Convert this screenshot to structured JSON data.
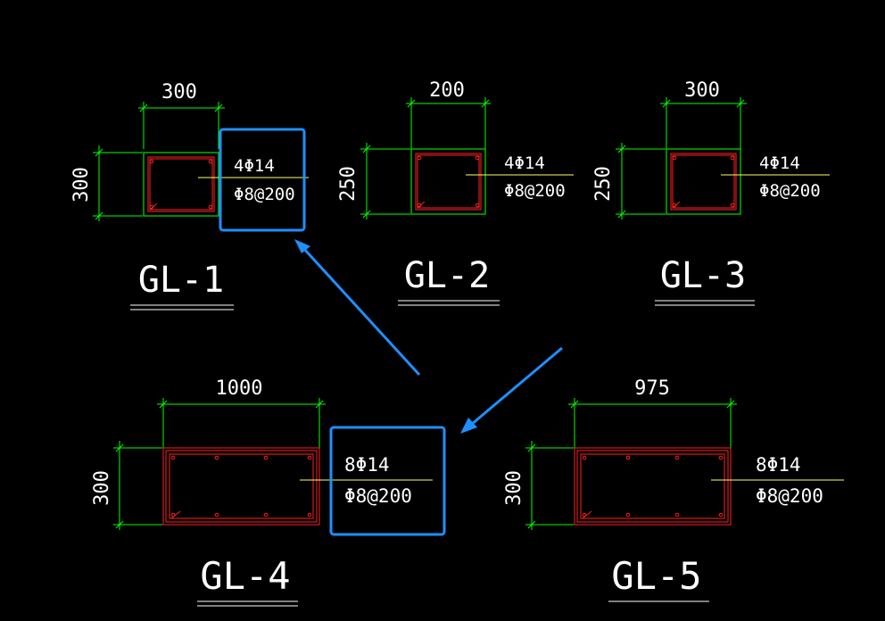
{
  "colors": {
    "background": "#000000",
    "dimension": "#00ff00",
    "section_outline": "#00e000",
    "rebar": "#ff2020",
    "leader": "#ffff66",
    "text": "#ffffff",
    "highlight": "#1e90ff"
  },
  "sections": [
    {
      "title": "GL-1",
      "width_dim": "300",
      "height_dim": "300",
      "main_bar": "4Φ14",
      "stirrup": "Φ8@200"
    },
    {
      "title": "GL-2",
      "width_dim": "200",
      "height_dim": "250",
      "main_bar": "4Φ14",
      "stirrup": "Φ8@200"
    },
    {
      "title": "GL-3",
      "width_dim": "300",
      "height_dim": "250",
      "main_bar": "4Φ14",
      "stirrup": "Φ8@200"
    },
    {
      "title": "GL-4",
      "width_dim": "1000",
      "height_dim": "300",
      "main_bar": "8Φ14",
      "stirrup": "Φ8@200"
    },
    {
      "title": "GL-5",
      "width_dim": "975",
      "height_dim": "300",
      "main_bar": "8Φ14",
      "stirrup": "Φ8@200"
    }
  ]
}
